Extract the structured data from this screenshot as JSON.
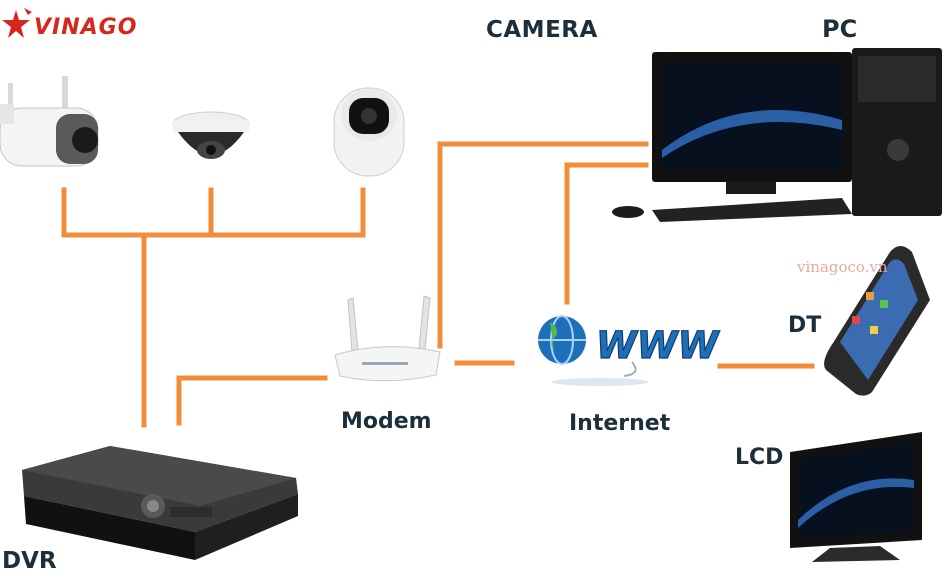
{
  "brand": {
    "logo_text": "VINAGO",
    "watermark": "vinagoco.vn"
  },
  "labels": {
    "camera": "CAMERA",
    "pc": "PC",
    "dt": "DT",
    "modem": "Modem",
    "internet": "Internet",
    "lcd": "LCD",
    "dvr": "DVR"
  },
  "globe_text": "WWW",
  "icons": {
    "logo": "star-logo-icon",
    "bullet_camera": "bullet-camera-icon",
    "dome_camera": "dome-camera-icon",
    "ptz_camera": "ptz-camera-icon",
    "router": "router-icon",
    "globe": "globe-www-icon",
    "pc": "desktop-pc-icon",
    "phone": "smartphone-icon",
    "lcd": "lcd-monitor-icon",
    "dvr": "dvr-recorder-icon"
  },
  "colors": {
    "link": "#f08c3a",
    "label": "#1d2f3a",
    "brand": "#d8261c",
    "globe": "#1f6fb8"
  }
}
